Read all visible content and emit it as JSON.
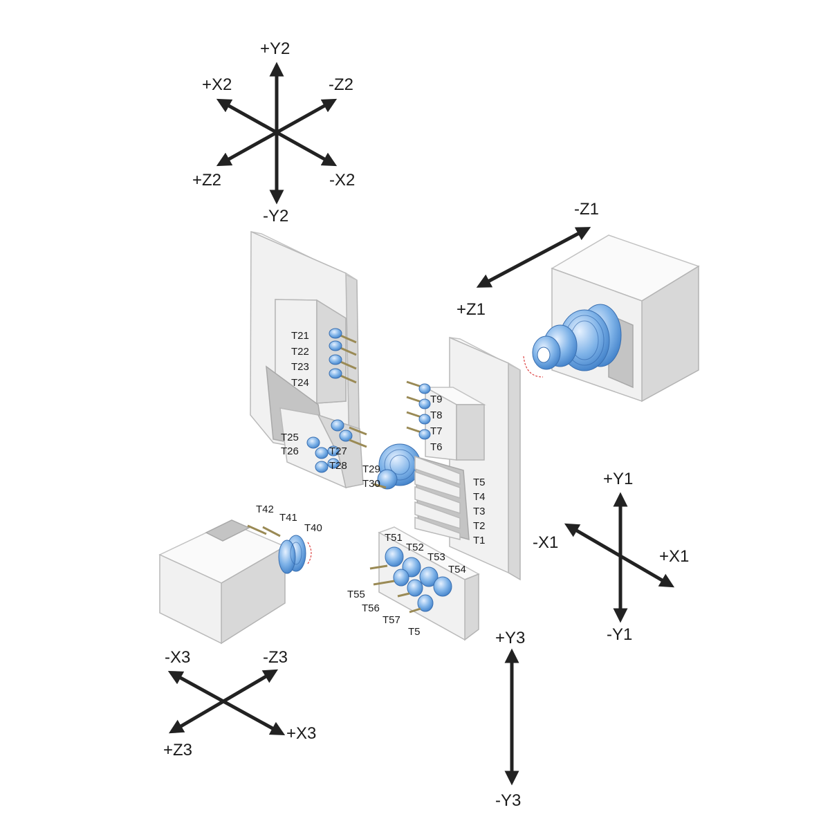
{
  "axes": {
    "turret2": {
      "pos_y": "+Y2",
      "neg_y": "-Y2",
      "pos_x": "+X2",
      "neg_x": "-X2",
      "pos_z": "+Z2",
      "neg_z": "-Z2"
    },
    "spindle1": {
      "neg_z": "-Z1",
      "pos_z": "+Z1"
    },
    "turret1": {
      "pos_y": "+Y1",
      "neg_y": "-Y1",
      "pos_x": "+X1",
      "neg_x": "-X1"
    },
    "turret3": {
      "neg_x": "-X3",
      "pos_x": "+X3",
      "neg_z": "-Z3",
      "pos_z": "+Z3"
    },
    "y3": {
      "pos": "+Y3",
      "neg": "-Y3"
    }
  },
  "tools": {
    "upper_left": [
      "T21",
      "T22",
      "T23",
      "T24",
      "T25",
      "T26",
      "T27",
      "T28",
      "T29",
      "T30"
    ],
    "center_column": [
      "T9",
      "T8",
      "T7",
      "T6"
    ],
    "right_stack": [
      "T5",
      "T4",
      "T3",
      "T2",
      "T1"
    ],
    "left_block": [
      "T42",
      "T41",
      "T40"
    ],
    "lower_block": [
      "T51",
      "T52",
      "T53",
      "T54",
      "T55",
      "T56",
      "T57",
      "T5"
    ]
  },
  "colors": {
    "tool_blue": "#7fb3e8",
    "arrow": "#222222",
    "body": "#f1f1f1"
  }
}
